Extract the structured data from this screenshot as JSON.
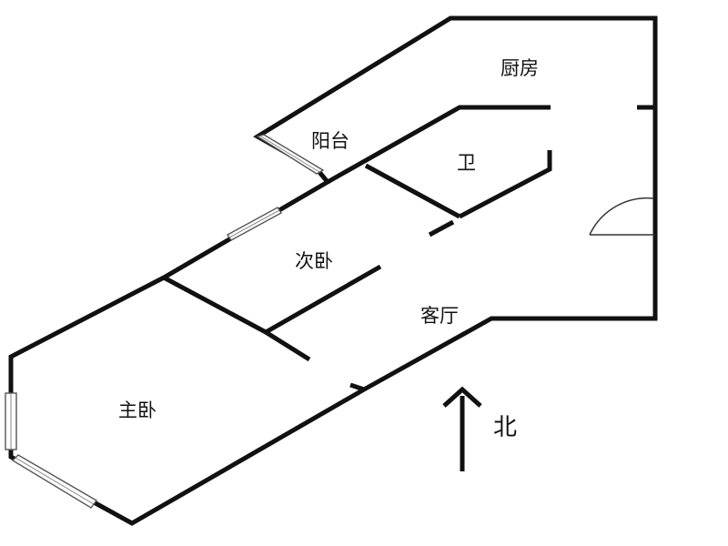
{
  "rooms": {
    "kitchen": "厨房",
    "balcony": "阳台",
    "bathroom": "卫",
    "second_bedroom": "次卧",
    "living_room": "客厅",
    "master_bedroom": "主卧"
  },
  "compass": {
    "north": "北"
  },
  "colors": {
    "wall": "#111111",
    "window": "#555555",
    "background": "#ffffff"
  }
}
